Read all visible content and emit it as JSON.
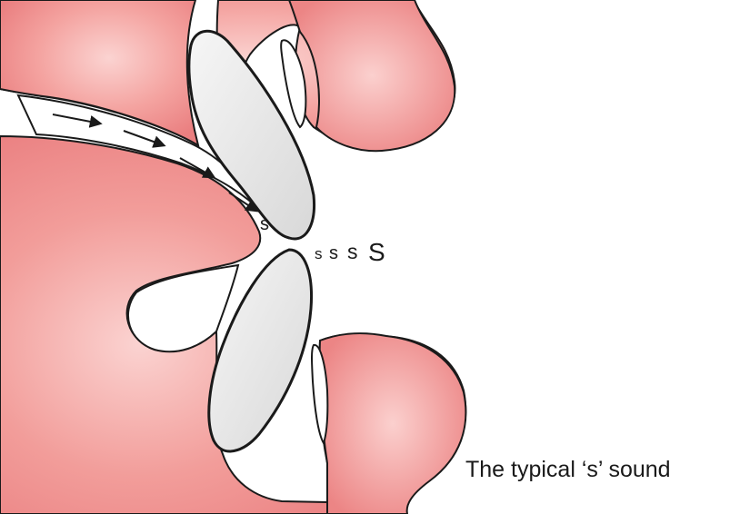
{
  "figure": {
    "caption": "The typical ‘s’ sound",
    "sound_labels": [
      "s",
      "s",
      "s",
      "s",
      "S"
    ],
    "colors": {
      "tissue": "#ec8585",
      "tissue_light": "#fbd3d1",
      "tooth": "#e6e6e6",
      "outline": "#1a1a1a"
    },
    "airflow_arrow_count": 4
  }
}
